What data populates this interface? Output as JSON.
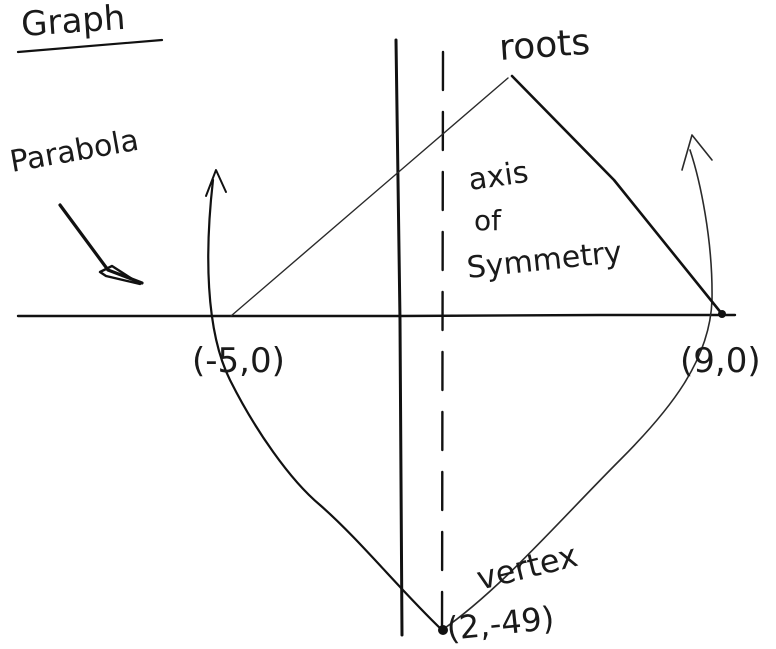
{
  "title": "Graph",
  "labels": {
    "parabola": "Parabola",
    "roots": "roots",
    "axis_line1": "axis",
    "axis_line2": "of",
    "axis_line3": "Symmetry",
    "vertex": "vertex"
  },
  "points": {
    "left_root": "(-5,0)",
    "right_root": "(9,0)",
    "vertex_point": "(2,-49)"
  },
  "colors": {
    "ink": "#111111",
    "paper": "#ffffff"
  }
}
